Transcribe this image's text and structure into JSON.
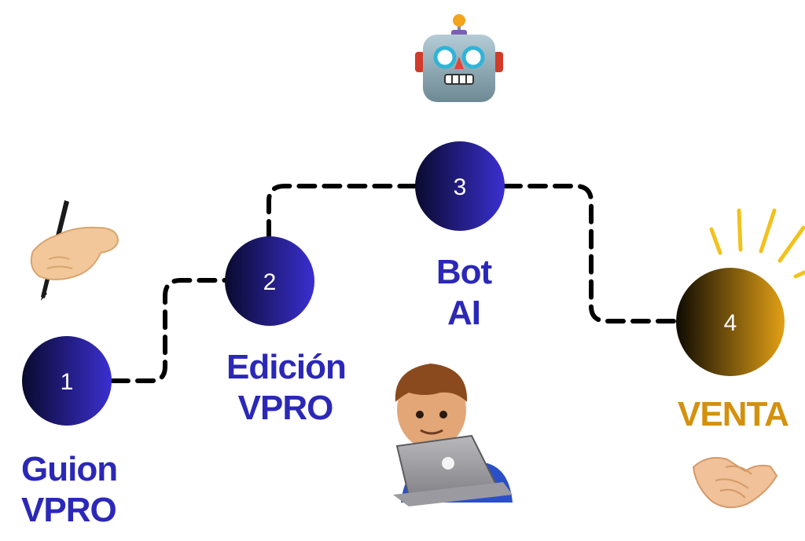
{
  "colors": {
    "blue_dark": "#0a0a2e",
    "blue_light": "#3a2fd0",
    "gold_dark": "#0e0a02",
    "gold_light": "#e2a015",
    "label_blue": "#2b28b8",
    "label_gold": "#d4910e",
    "path": "#000000"
  },
  "steps": [
    {
      "number": "1",
      "label_line1": "Guion",
      "label_line2": "VPRO",
      "icon": "writing-hand-icon"
    },
    {
      "number": "2",
      "label_line1": "Edición",
      "label_line2": "VPRO",
      "icon": ""
    },
    {
      "number": "3",
      "label_line1": "Bot",
      "label_line2": "AI",
      "icon": "robot-icon"
    },
    {
      "number": "4",
      "label_line1": "VENTA",
      "label_line2": "",
      "icon": "sun-rays-icon"
    }
  ],
  "extra_icons": [
    "technologist-laptop-icon",
    "handshake-icon"
  ]
}
